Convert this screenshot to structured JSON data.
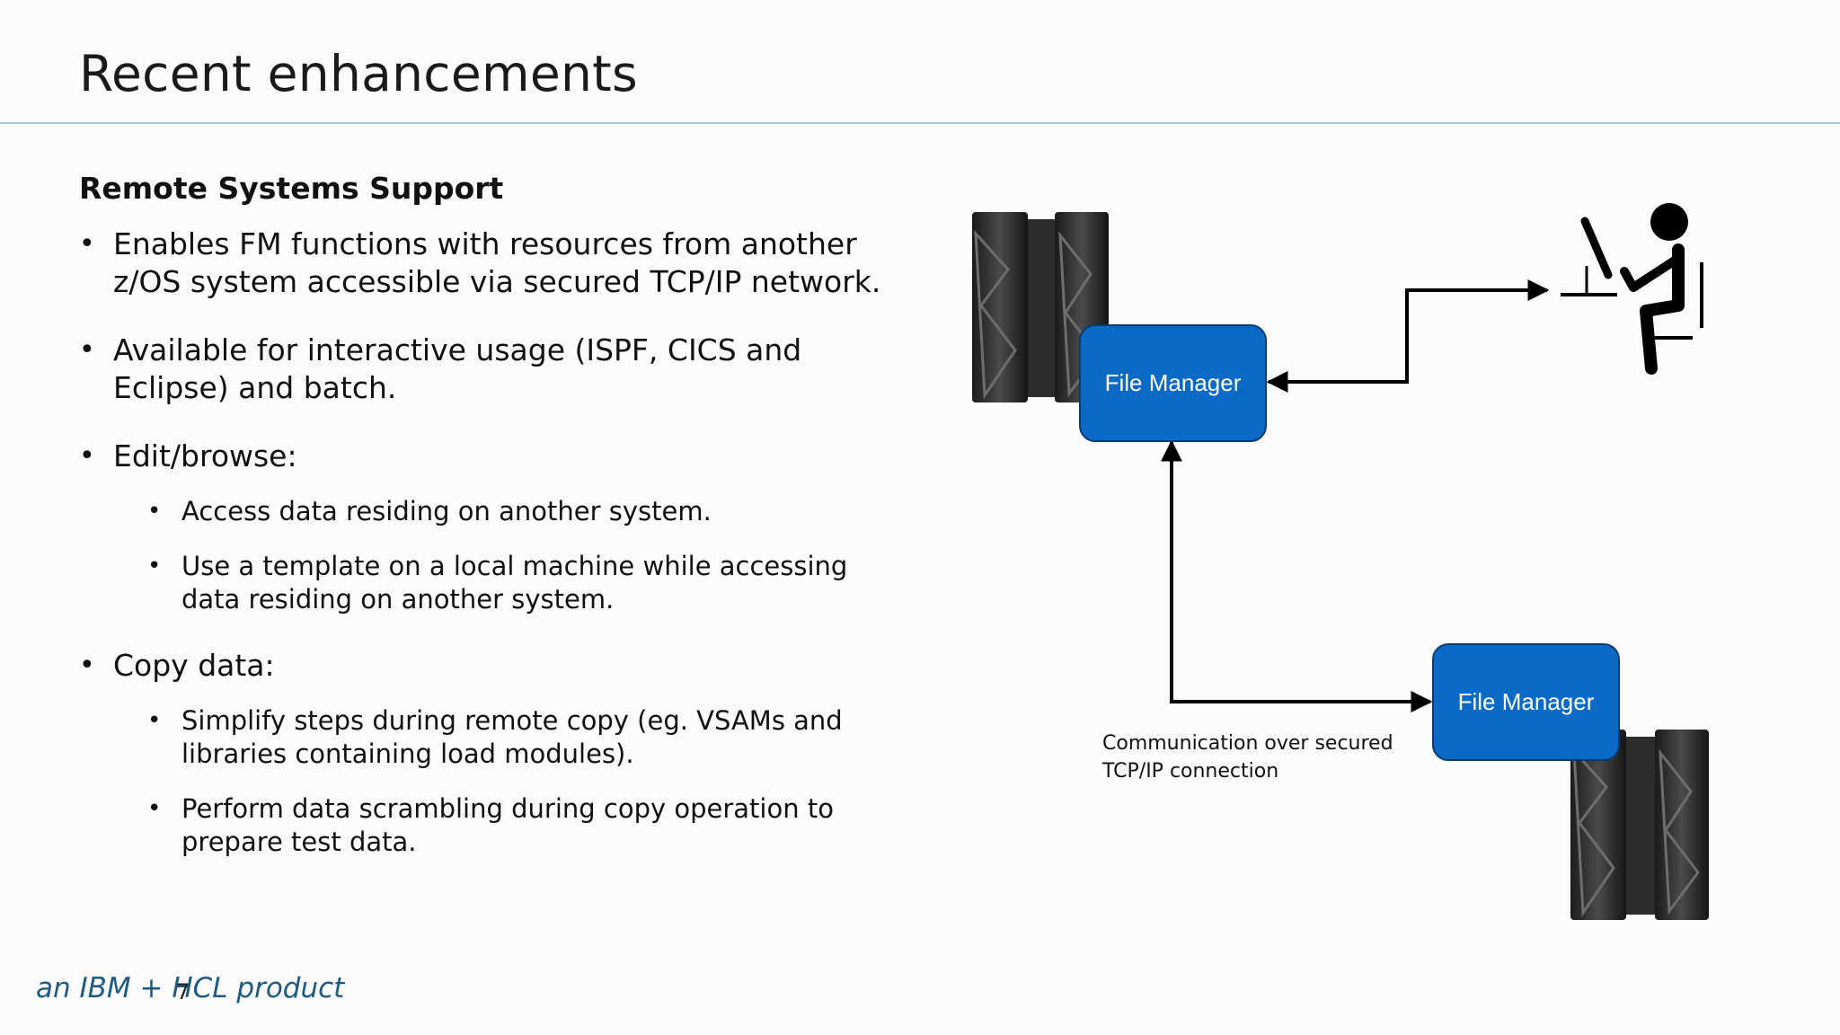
{
  "slide": {
    "title": "Recent enhancements",
    "heading": "Remote Systems Support",
    "bullets": [
      {
        "text": "Enables FM functions with resources from another z/OS system accessible via secured TCP/IP network."
      },
      {
        "text": "Available for interactive usage (ISPF, CICS and Eclipse) and batch."
      },
      {
        "text": "Edit/browse:",
        "sub": [
          "Access data residing on another system.",
          "Use a template on a local machine while accessing data residing on another system."
        ]
      },
      {
        "text": "Copy data:",
        "sub": [
          "Simplify steps during remote copy (eg. VSAMs and libraries containing load modules).",
          "Perform data scrambling during copy operation to prepare test data."
        ]
      }
    ],
    "footer": "an IBM + HCL product",
    "page_number": "7"
  },
  "diagram": {
    "local_box_label": "File Manager",
    "remote_box_label": "File Manager",
    "connection_caption_line1": "Communication over secured",
    "connection_caption_line2": "TCP/IP connection",
    "box_color": "#0a6ac6",
    "icons": [
      "mainframe-icon",
      "mainframe-icon",
      "user-at-computer-icon"
    ]
  }
}
